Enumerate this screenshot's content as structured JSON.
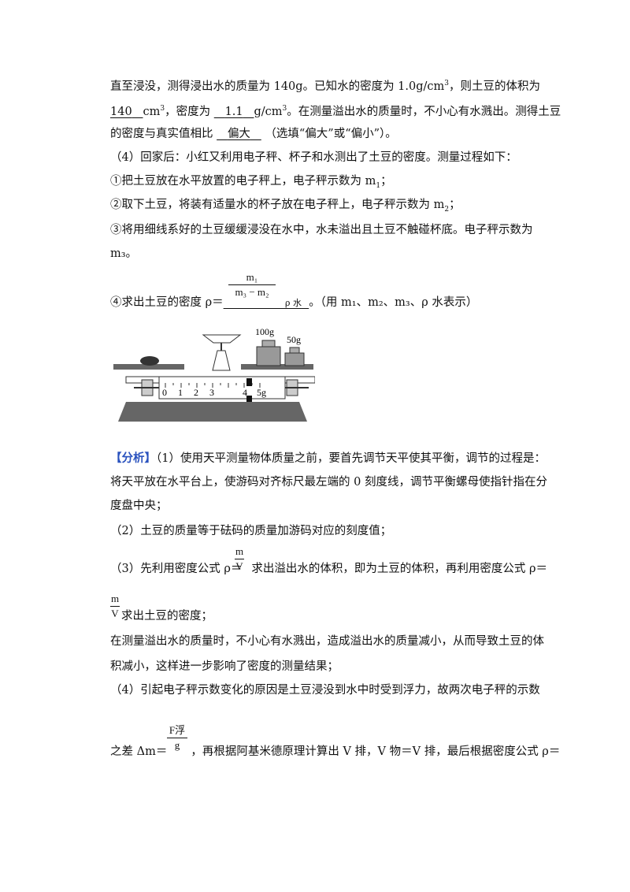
{
  "page": {
    "l1": "直至浸没，测得浸出水的质量为 140g。已知水的密度为 1.0g/cm",
    "l1_sup": "3",
    "l1_tail": "，则土豆的体积为",
    "l2_a": "140",
    "l2_b": "cm",
    "l2_sup": "3",
    "l2_c": "，密度为",
    "l2_d": "1.1",
    "l2_e": "g/cm",
    "l2_sup2": "3",
    "l2_f": "。在测量溢出水的质量时，不小心有水溅出。测得土豆",
    "l3_a": "的密度与真实值相比",
    "l3_b": "偏大",
    "l3_c": "（选填“偏大”或“偏小”）。",
    "l4": "（4）回家后：小红又利用电子秤、杯子和水测出了土豆的密度。测量过程如下：",
    "l5": "①把土豆放在水平放置的电子秤上，电子秤示数为 m",
    "l5_sub": "1",
    "l5_tail": "；",
    "l6": "②取下土豆，将装有适量水的杯子放在电子秤上，电子秤示数为 m",
    "l6_sub": "2",
    "l6_tail": "；",
    "l7": "③将用细线系好的土豆缓缓浸没在水中，水未溢出且土豆不触碰杯底。电子秤示数为",
    "l8": "m₃。",
    "l9_a": "④求出土豆的密度 ρ＝",
    "l9_num": "m₁",
    "l9_den": "m₃ − m₂",
    "l9_rho": "ρ 水",
    "l9_tail": "。（用 m₁、m₂、m₃、ρ 水表示）",
    "a_tag": "【分析】",
    "a1": "（1）使用天平测量物体质量之前，要首先调节天平使其平衡，调节的过程是：",
    "a2": "将天平放在水平台上，使游码对齐标尺最左端的 0 刻度线，调节平衡螺母使指针指在分",
    "a3": "度盘中央；",
    "a4": "（2）土豆的质量等于砝码的质量加游码对应的刻度值；",
    "a5_a": "（3）先利用密度公式 ρ＝",
    "a5_b": "求出溢出水的体积，即为土豆的体积，再利用密度公式 ρ＝",
    "frac_m": "m",
    "frac_v": "V",
    "a6": "求出土豆的密度；",
    "a7": "在测量溢出水的质量时，不小心有水溅出，造成溢出水的质量减小，从而导致土豆的体",
    "a8": "积减小，这样进一步影响了密度的测量结果；",
    "a9": "（4）引起电子秤示数变化的原因是土豆浸没到水中时受到浮力，故两次电子秤的示数",
    "a10_a": "之差 Δm＝",
    "frac_f": "F浮",
    "frac_g": "g",
    "a10_b": "，再根据阿基米德原理计算出 V 排，V 物＝V 排，最后根据密度公式 ρ＝"
  },
  "figure": {
    "weight_100": "100g",
    "weight_50": "50g",
    "scale_labels": [
      "0",
      "1",
      "2",
      "3",
      "4",
      "5g"
    ]
  }
}
